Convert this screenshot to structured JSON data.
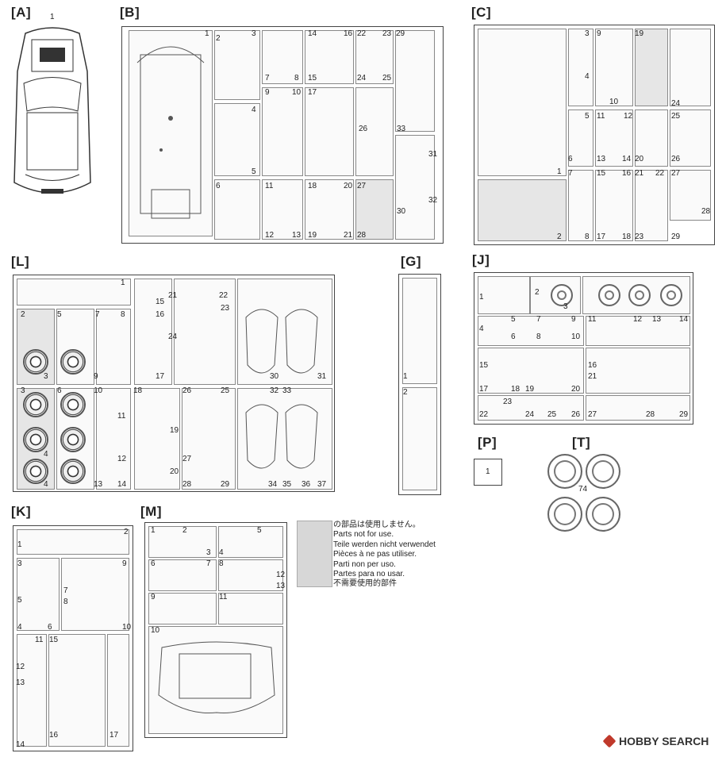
{
  "trees": {
    "A": {
      "title": "[A]",
      "numbers": [
        "1"
      ]
    },
    "B": {
      "title": "[B]",
      "numbers": [
        "1",
        "2",
        "3",
        "4",
        "5",
        "6",
        "7",
        "8",
        "9",
        "10",
        "11",
        "12",
        "13",
        "14",
        "15",
        "16",
        "17",
        "18",
        "19",
        "20",
        "21",
        "22",
        "23",
        "24",
        "25",
        "26",
        "27",
        "28",
        "29",
        "30",
        "31",
        "32",
        "33"
      ]
    },
    "C": {
      "title": "[C]",
      "numbers": [
        "1",
        "2",
        "3",
        "4",
        "5",
        "6",
        "7",
        "8",
        "9",
        "10",
        "11",
        "12",
        "13",
        "14",
        "15",
        "16",
        "17",
        "18",
        "19",
        "20",
        "21",
        "22",
        "23",
        "24",
        "25",
        "26",
        "27",
        "28",
        "29"
      ]
    },
    "L": {
      "title": "[L]",
      "numbers": [
        "1",
        "2",
        "3",
        "4",
        "5",
        "6",
        "7",
        "8",
        "9",
        "10",
        "11",
        "12",
        "13",
        "14",
        "15",
        "16",
        "17",
        "18",
        "19",
        "20",
        "21",
        "22",
        "23",
        "24",
        "25",
        "26",
        "27",
        "28",
        "29",
        "30",
        "31",
        "32",
        "33",
        "34",
        "35",
        "36",
        "37"
      ]
    },
    "G": {
      "title": "[G]",
      "numbers": [
        "1",
        "2"
      ]
    },
    "J": {
      "title": "[J]",
      "numbers": [
        "1",
        "2",
        "3",
        "4",
        "5",
        "6",
        "7",
        "8",
        "9",
        "10",
        "11",
        "12",
        "13",
        "14",
        "15",
        "16",
        "17",
        "18",
        "19",
        "20",
        "21",
        "22",
        "23",
        "24",
        "25",
        "26",
        "27",
        "28",
        "29"
      ]
    },
    "P": {
      "title": "[P]",
      "numbers": [
        "1"
      ]
    },
    "T": {
      "title": "[T]",
      "numbers": [
        "74"
      ]
    },
    "K": {
      "title": "[K]",
      "numbers": [
        "1",
        "2",
        "3",
        "4",
        "5",
        "6",
        "7",
        "8",
        "9",
        "10",
        "11",
        "12",
        "13",
        "14",
        "15",
        "16",
        "17"
      ]
    },
    "M": {
      "title": "[M]",
      "numbers": [
        "1",
        "2",
        "3",
        "4",
        "5",
        "6",
        "7",
        "8",
        "9",
        "10",
        "11",
        "12",
        "13"
      ]
    }
  },
  "legend": {
    "lines": [
      "の部品は使用しません。",
      "Parts not for use.",
      "Teile werden nicht verwendet",
      "Pièces à ne pas utiliser.",
      "Parti non per uso.",
      "Partes para no usar.",
      "不需要使用的部件"
    ]
  },
  "watermark": {
    "text": "HOBBY SEARCH"
  },
  "colors": {
    "outline": "#444444",
    "unused_gray": "#d7d7d7",
    "logo_red": "#c0392b"
  }
}
